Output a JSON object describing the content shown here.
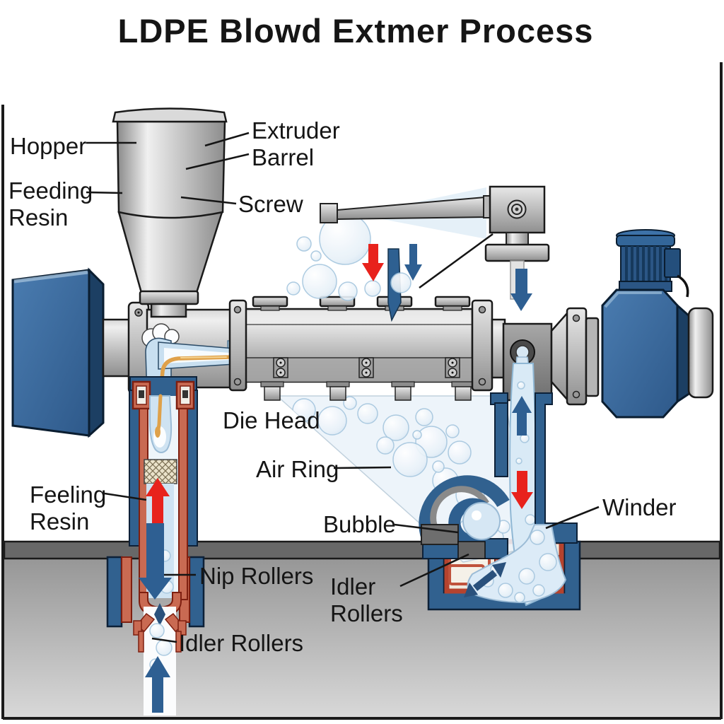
{
  "title": "LDPE Blowd Extmer Process",
  "labels": {
    "hopper": "Hopper",
    "feeding_resin_line1": "Feeding",
    "feeding_resin_line2": "Resin",
    "extruder_barrel_line1": "Extruder",
    "extruder_barrel_line2": "Barrel",
    "screw": "Screw",
    "die_head": "Die Head",
    "air_ring": "Air Ring",
    "bubble": "Bubble",
    "feeling_resin_line1": "Feeling",
    "feeling_resin_line2": "Resin",
    "nip_rollers": "Nip Rollers",
    "idler_rollers_left": "Idler Rollers",
    "idler_rollers_right_line1": "Idler",
    "idler_rollers_right_line2": "Rollers",
    "winder": "Winder"
  },
  "colors": {
    "machine_blue": "#3a6da5",
    "machine_blue_dark": "#1c3f63",
    "wall_blue": "#31618f",
    "arrow_blue": "#2e5f92",
    "arrow_red": "#e8221c",
    "die_red": "#c96a52",
    "die_red_outline": "#7e1f10",
    "melt_orange": "#dfa14a",
    "flow_blue": "#d9eaf6",
    "metal_light": "#ececec",
    "metal_dark": "#8f8f8f",
    "floor_gray": "#686868",
    "outline": "#1a1a1a"
  }
}
